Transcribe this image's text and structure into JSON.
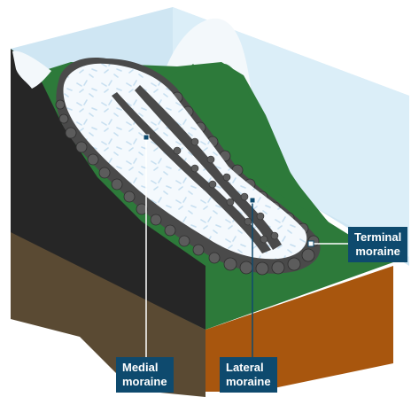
{
  "labels": {
    "terminal": {
      "line1": "Terminal",
      "line2": "moraine"
    },
    "medial": {
      "line1": "Medial",
      "line2": "moraine"
    },
    "lateral": {
      "line1": "Lateral",
      "line2": "moraine"
    }
  },
  "colors": {
    "sky": "#cfe6f3",
    "sky_dark": "#a9d3ea",
    "grass": "#2d7a3a",
    "cliff": "#262626",
    "soil_left": "#5a4a33",
    "soil_right": "#a8560e",
    "ice": "#f2f8fc",
    "rock": "#4a4a4a",
    "label_bg": "#0e4a6e",
    "leader": "#ffffff"
  }
}
